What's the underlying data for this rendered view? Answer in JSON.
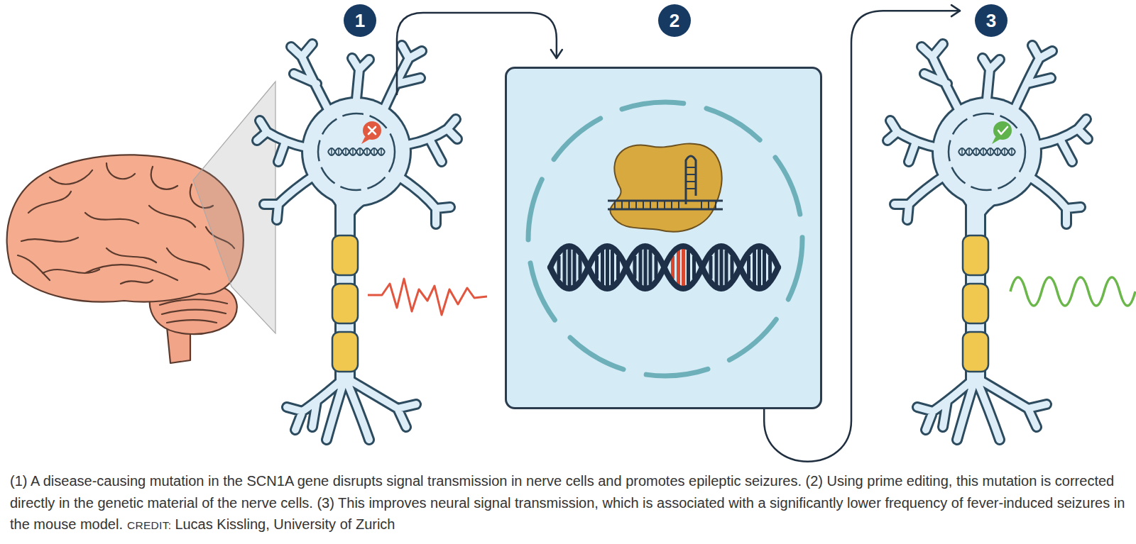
{
  "diagram": {
    "caption": "(1) A disease-causing mutation in the SCN1A gene disrupts signal transmission in nerve cells and promotes epileptic seizures. (2) Using prime editing, this mutation is corrected directly in the genetic material of the nerve cells. (3) This improves neural signal transmission, which is associated with a significantly lower frequency of fever-induced seizures in the mouse model.",
    "nodes": [
      {
        "text": [
          "1"
        ]
      },
      {
        "text": [
          "2"
        ]
      },
      {
        "text": [
          "3"
        ]
      }
    ],
    "edges": [
      {
        "from": 0,
        "to": 1,
        "arrow": "to"
      },
      {
        "from": 1,
        "to": 2,
        "arrow": "to"
      }
    ],
    "labels": [
      "CREDIT:",
      "Lucas Kissling, University of Zurich"
    ]
  }
}
